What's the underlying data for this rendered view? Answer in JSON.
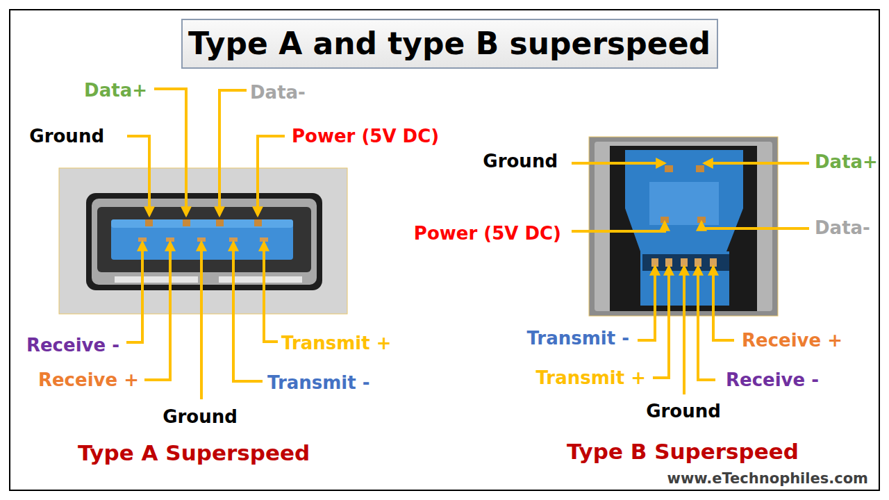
{
  "diagram": {
    "title": "Type A and type B superspeed",
    "labels": [
      "Data+",
      "Data-",
      "Ground",
      "Power (5V DC)",
      "Receive -",
      "Receive +",
      "Ground",
      "Transmit -",
      "Transmit +",
      "Type A Superspeed",
      "Ground",
      "Data+",
      "Power (5V DC)",
      "Data-",
      "Transmit -",
      "Transmit +",
      "Ground",
      "Receive -",
      "Receive +",
      "Type B Superspeed",
      "www.eTechnophiles.com"
    ]
  }
}
